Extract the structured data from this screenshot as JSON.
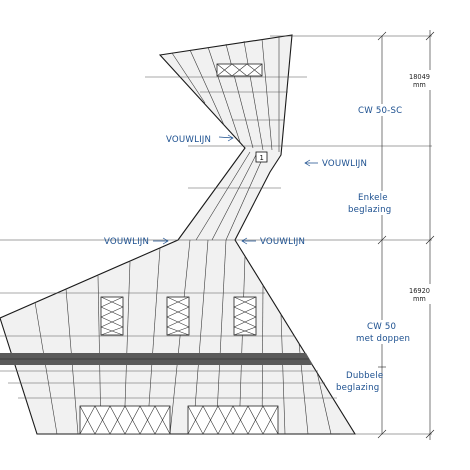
{
  "fold_label": "VOUWLIJN",
  "fold_labels": [
    {
      "id": "upper-left",
      "text": "VOUWLIJN"
    },
    {
      "id": "upper-right",
      "text": "VOUWLIJN"
    },
    {
      "id": "lower-left",
      "text": "VOUWLIJN"
    },
    {
      "id": "lower-right",
      "text": "VOUWLIJN"
    }
  ],
  "detail_tag": "1",
  "zones": {
    "upper": {
      "system": "CW 50-SC",
      "glazing_line1": "Enkele",
      "glazing_line2": "beglazing",
      "height": "18049",
      "unit": "mm"
    },
    "lower": {
      "system_line1": "CW 50",
      "system_line2": "met doppen",
      "glazing_line1": "Dubbele",
      "glazing_line2": "beglazing",
      "height": "16920",
      "unit": "mm"
    }
  },
  "colors": {
    "annotation": "#1b4f8f",
    "line": "#1a1a1a",
    "glass": "#f1f1f1",
    "band": "#5a5a5a"
  }
}
